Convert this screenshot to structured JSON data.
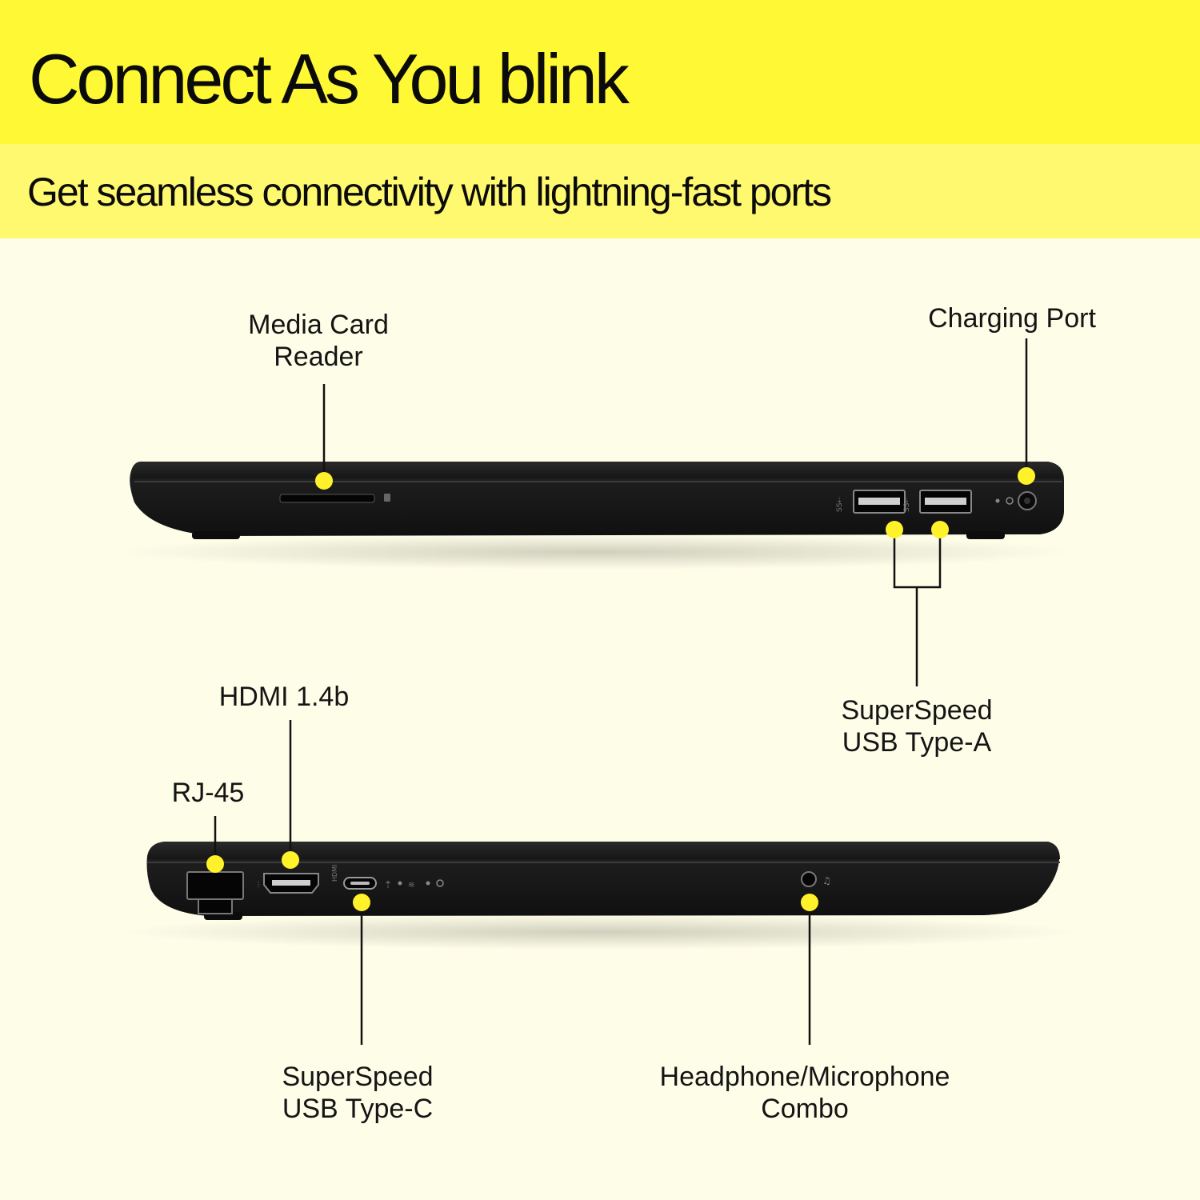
{
  "header": {
    "title": "Connect As You blink",
    "subtitle": "Get seamless connectivity with lightning-fast ports"
  },
  "ports": {
    "media_card_reader": "Media Card\nReader",
    "charging_port": "Charging Port",
    "superspeed_usb_type_a": "SuperSpeed\nUSB Type-A",
    "hdmi": "HDMI 1.4b",
    "rj45": "RJ-45",
    "superspeed_usb_type_c": "SuperSpeed\nUSB Type-C",
    "headphone_mic_combo": "Headphone/Microphone\nCombo"
  },
  "colors": {
    "hero_bg": "#FFF835",
    "subtitle_bg": "#FFF970",
    "page_bg": "#FEFDE8",
    "marker": "#FFF22A",
    "laptop_body": "#1c1c1c",
    "callout_line": "#111111"
  }
}
